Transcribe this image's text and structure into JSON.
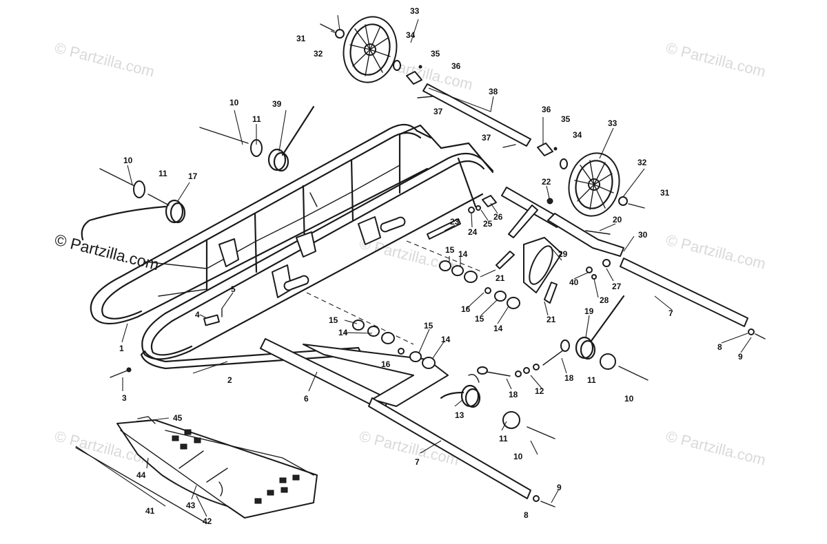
{
  "watermarks": [
    {
      "text": "© Partzilla.com",
      "style": "faint"
    },
    {
      "text": "© Partzilla.com",
      "style": "dark"
    }
  ],
  "callouts": {
    "c1": "1",
    "c2": "2",
    "c3": "3",
    "c4": "4",
    "c5": "5",
    "c6": "6",
    "c7": "7",
    "c8": "8",
    "c9": "9",
    "c10": "10",
    "c11": "11",
    "c12": "12",
    "c13": "13",
    "c14": "14",
    "c15": "15",
    "c16": "16",
    "c17": "17",
    "c18": "18",
    "c19": "19",
    "c20": "20",
    "c21": "21",
    "c22": "22",
    "c23": "23",
    "c24": "24",
    "c25": "25",
    "c26": "26",
    "c27": "27",
    "c28": "28",
    "c29": "29",
    "c30": "30",
    "c31": "31",
    "c32": "32",
    "c33": "33",
    "c34": "34",
    "c35": "35",
    "c36": "36",
    "c37": "37",
    "c38": "38",
    "c39": "39",
    "c40": "40",
    "c41": "41",
    "c42": "42",
    "c43": "43",
    "c44": "44",
    "c45": "45"
  },
  "colors": {
    "ink": "#1a1a1a",
    "background": "#ffffff",
    "watermark": "#d9d9d9"
  }
}
